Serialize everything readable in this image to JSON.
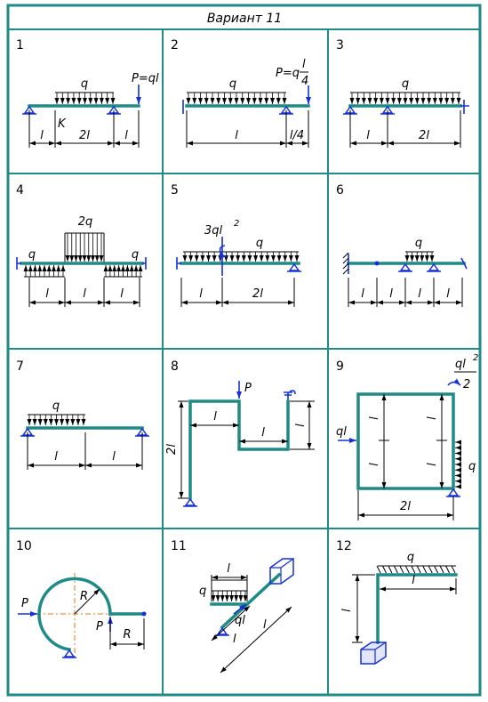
{
  "title": "Вариант   11",
  "panels": [
    {
      "number": "1",
      "labels": {
        "q": "q",
        "p": "P=ql",
        "k": "K",
        "l1": "l",
        "l2": "2l",
        "l3": "l"
      }
    },
    {
      "number": "2",
      "labels": {
        "q": "q",
        "p": "P=q",
        "pl": "l",
        "p4": "4",
        "l1": "l",
        "l2": "l/4"
      }
    },
    {
      "number": "3",
      "labels": {
        "q": "q",
        "l1": "l",
        "l2": "2l"
      }
    },
    {
      "number": "4",
      "labels": {
        "q2": "2q",
        "qa": "q",
        "qb": "q",
        "l1": "l",
        "l2": "l",
        "l3": "l"
      }
    },
    {
      "number": "5",
      "labels": {
        "m": "3ql",
        "m2": "2",
        "q": "q",
        "l1": "l",
        "l2": "2l"
      }
    },
    {
      "number": "6",
      "labels": {
        "q": "q",
        "l1": "l",
        "l2": "l",
        "l3": "l",
        "l4": "l"
      }
    },
    {
      "number": "7",
      "labels": {
        "q": "q",
        "l1": "l",
        "l2": "l"
      }
    },
    {
      "number": "8",
      "labels": {
        "p": "P",
        "l1": "l",
        "l2": "l",
        "l3": "l",
        "l4": "2l"
      }
    },
    {
      "number": "9",
      "labels": {
        "m": "ql",
        "m2": "2",
        "mden": "2",
        "ql": "ql",
        "q": "q",
        "l1": "l",
        "l2": "l",
        "l3": "l",
        "l4": "l",
        "l5": "2l"
      }
    },
    {
      "number": "10",
      "labels": {
        "p1": "P",
        "p2": "P",
        "r1": "R",
        "r2": "R"
      }
    },
    {
      "number": "11",
      "labels": {
        "l1": "l",
        "q": "q",
        "ql": "ql",
        "l2": "l",
        "l3": "l"
      }
    },
    {
      "number": "12",
      "labels": {
        "q": "q",
        "l1": "l",
        "l2": "l"
      }
    }
  ]
}
